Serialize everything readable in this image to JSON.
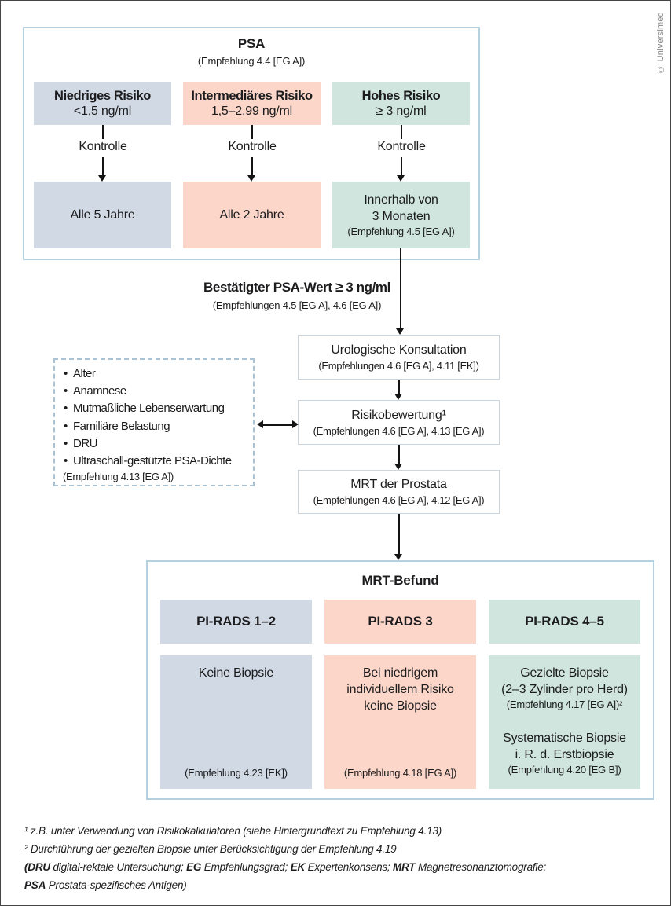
{
  "copyright": "© Universimed",
  "colors": {
    "risk_low_bg": "#d0d9e4",
    "risk_intermediate_bg": "#fbd6c9",
    "risk_high_bg": "#cfe5dd",
    "frame_border": "#b5d1e0",
    "dashed_border": "#a9c2d4",
    "text": "#1c1c1e"
  },
  "psa": {
    "title": "PSA",
    "subtitle": "(Empfehlung 4.4 [EG A])",
    "columns": [
      {
        "risk_label": "Niedriges Risiko",
        "risk_value": "<1,5 ng/ml",
        "connector_label": "Kontrolle",
        "result_line_1": "Alle 5 Jahre",
        "result_line_2": "",
        "result_note": ""
      },
      {
        "risk_label": "Intermediäres Risiko",
        "risk_value": "1,5–2,99 ng/ml",
        "connector_label": "Kontrolle",
        "result_line_1": "Alle 2 Jahre",
        "result_line_2": "",
        "result_note": ""
      },
      {
        "risk_label": "Hohes Risiko",
        "risk_value": "≥ 3 ng/ml",
        "connector_label": "Kontrolle",
        "result_line_1": "Innerhalb von",
        "result_line_2": "3 Monaten",
        "result_note": "(Empfehlung 4.5 [EG A])"
      }
    ]
  },
  "confirmed": {
    "title": "Bestätigter PSA-Wert ≥ 3 ng/ml",
    "subtitle": "(Empfehlungen 4.5 [EG A], 4.6 [EG A])"
  },
  "steps": [
    {
      "title": "Urologische Konsultation",
      "subtitle": "(Empfehlungen 4.6 [EG A], 4.11 [EK])"
    },
    {
      "title": "Risikobewertung¹",
      "subtitle": "(Empfehlungen 4.6 [EG A], 4.13 [EG A])"
    },
    {
      "title": "MRT der Prostata",
      "subtitle": "(Empfehlungen 4.6 [EG A], 4.12 [EG A])"
    }
  ],
  "factors": {
    "items": [
      "Alter",
      "Anamnese",
      "Mutmaßliche Lebenserwartung",
      "Familiäre Belastung",
      "DRU",
      "Ultraschall-gestützte PSA-Dichte"
    ],
    "note": "(Empfehlung 4.13 [EG A])"
  },
  "mrt": {
    "title": "MRT-Befund",
    "columns": [
      {
        "header": "PI-RADS 1–2",
        "body_line_1": "Keine Biopsie",
        "footer_note": "(Empfehlung 4.23 [EK])"
      },
      {
        "header": "PI-RADS 3",
        "body_line_1": "Bei niedrigem",
        "body_line_2": "individuellem Risiko",
        "body_line_3": "keine Biopsie",
        "footer_note": "(Empfehlung 4.18 [EG A])"
      },
      {
        "header": "PI-RADS 4–5",
        "block_1": {
          "line_1": "Gezielte Biopsie",
          "line_2": "(2–3 Zylinder pro Herd)",
          "note": "(Empfehlung 4.17 [EG A])²"
        },
        "block_2": {
          "line_1": "Systematische Biopsie",
          "line_2": "i. R. d. Erstbiopsie",
          "note": "(Empfehlung 4.20 [EG B])"
        }
      }
    ]
  },
  "footnotes": [
    {
      "segments": [
        {
          "t": "¹ z.B. unter Verwendung von Risikokalkulatoren (siehe Hintergrundtext zu Empfehlung 4.13)",
          "b": false
        }
      ]
    },
    {
      "segments": [
        {
          "t": "² Durchführung der gezielten Biopsie unter Berücksichtigung der Empfehlung 4.19",
          "b": false
        }
      ]
    },
    {
      "segments": [
        {
          "t": "(DRU",
          "b": true
        },
        {
          "t": " digital-rektale Untersuchung; ",
          "b": false
        },
        {
          "t": "EG",
          "b": true
        },
        {
          "t": " Empfehlungsgrad; ",
          "b": false
        },
        {
          "t": "EK",
          "b": true
        },
        {
          "t": " Expertenkonsens; ",
          "b": false
        },
        {
          "t": "MRT",
          "b": true
        },
        {
          "t": " Magnetresonanztomografie;",
          "b": false
        }
      ]
    },
    {
      "segments": [
        {
          "t": "PSA",
          "b": true
        },
        {
          "t": " Prostata-spezifisches Antigen)",
          "b": false
        }
      ]
    }
  ]
}
